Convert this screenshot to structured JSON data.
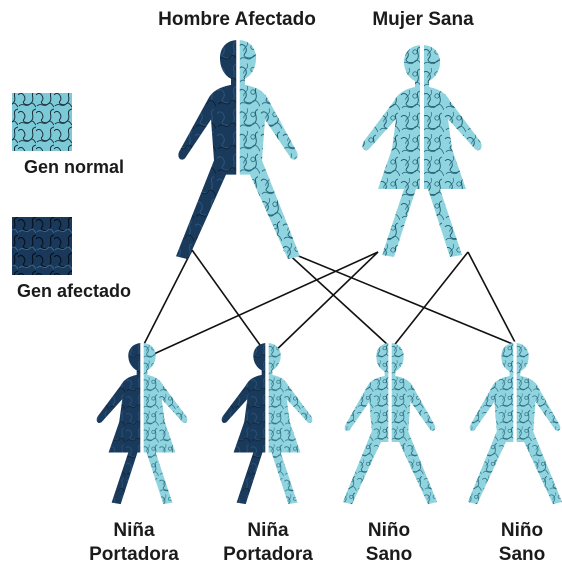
{
  "parents": {
    "father": {
      "label": "Hombre Afectado"
    },
    "mother": {
      "label": "Mujer Sana"
    }
  },
  "legend": {
    "normal": {
      "label": "Gen normal"
    },
    "affected": {
      "label": "Gen afectado"
    }
  },
  "children": [
    {
      "line1": "Niña",
      "line2": "Portadora"
    },
    {
      "line1": "Niña",
      "line2": "Portadora"
    },
    {
      "line1": "Niño",
      "line2": "Sano"
    },
    {
      "line1": "Niño",
      "line2": "Sano"
    }
  ],
  "colors": {
    "normal_gene": "#8fd4df",
    "normal_gene_texture": "#1c5a6e",
    "affected_gene": "#1a3a5c",
    "affected_gene_texture": "#0a1a2c",
    "lines": "#111111"
  }
}
